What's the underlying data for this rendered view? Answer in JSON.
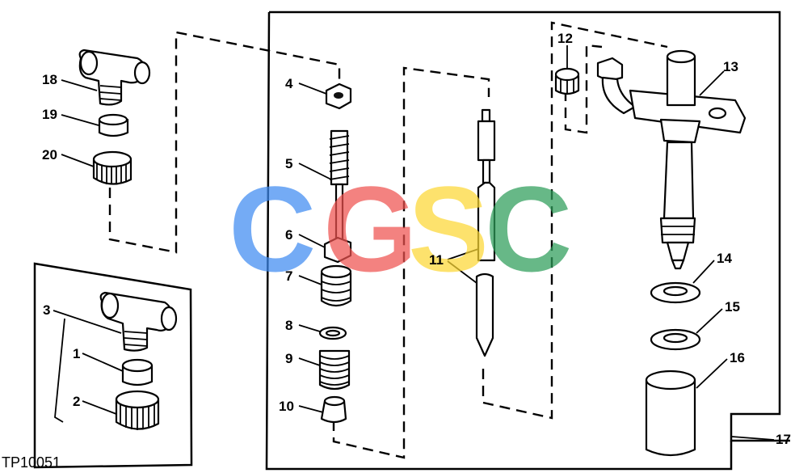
{
  "figure": {
    "code": "TP10051",
    "watermark": "CGSC",
    "watermark_colors": [
      "#3f8cf2",
      "#ef5350",
      "#fdd835",
      "#2e9e5a"
    ],
    "callouts": [
      {
        "id": "1",
        "label": "1"
      },
      {
        "id": "2",
        "label": "2"
      },
      {
        "id": "3",
        "label": "3"
      },
      {
        "id": "4",
        "label": "4"
      },
      {
        "id": "5",
        "label": "5"
      },
      {
        "id": "6",
        "label": "6"
      },
      {
        "id": "7",
        "label": "7"
      },
      {
        "id": "8",
        "label": "8"
      },
      {
        "id": "9",
        "label": "9"
      },
      {
        "id": "10",
        "label": "10"
      },
      {
        "id": "11",
        "label": "11"
      },
      {
        "id": "12",
        "label": "12"
      },
      {
        "id": "13",
        "label": "13"
      },
      {
        "id": "14",
        "label": "14"
      },
      {
        "id": "15",
        "label": "15"
      },
      {
        "id": "16",
        "label": "16"
      },
      {
        "id": "17",
        "label": "17"
      },
      {
        "id": "18",
        "label": "18"
      },
      {
        "id": "19",
        "label": "19"
      },
      {
        "id": "20",
        "label": "20"
      }
    ]
  }
}
